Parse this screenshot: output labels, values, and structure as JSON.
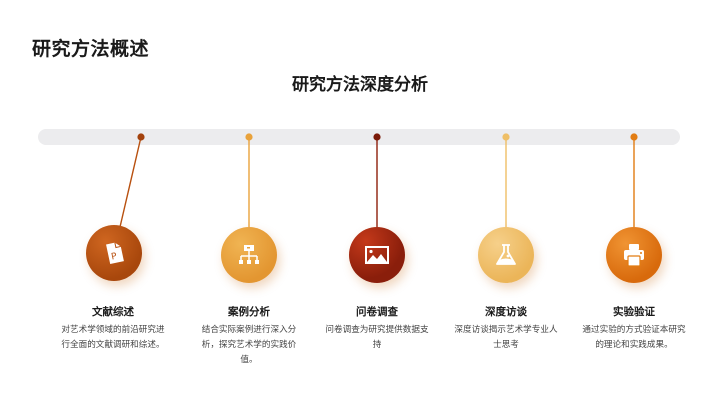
{
  "page_title": "研究方法概述",
  "subtitle": "研究方法深度分析",
  "colors": {
    "track": "#ececee",
    "item1": "#b8500f",
    "item2": "#e9a23b",
    "item3": "#8e1f0c",
    "item4": "#efbf66",
    "item5": "#e27c12"
  },
  "items": [
    {
      "title": "文献综述",
      "description": "对艺术学领域的前沿研究进行全面的文献调研和综述。",
      "icon": "document-p-icon"
    },
    {
      "title": "案例分析",
      "description": "结合实际案例进行深入分析，探究艺术学的实践价值。",
      "icon": "hierarchy-icon"
    },
    {
      "title": "问卷调查",
      "description": "问卷调查为研究提供数据支持",
      "icon": "image-icon"
    },
    {
      "title": "深度访谈",
      "description": "深度访谈揭示艺术学专业人士思考",
      "icon": "flask-icon"
    },
    {
      "title": "实验验证",
      "description": "通过实验的方式验证本研究的理论和实践成果。",
      "icon": "printer-icon"
    }
  ]
}
